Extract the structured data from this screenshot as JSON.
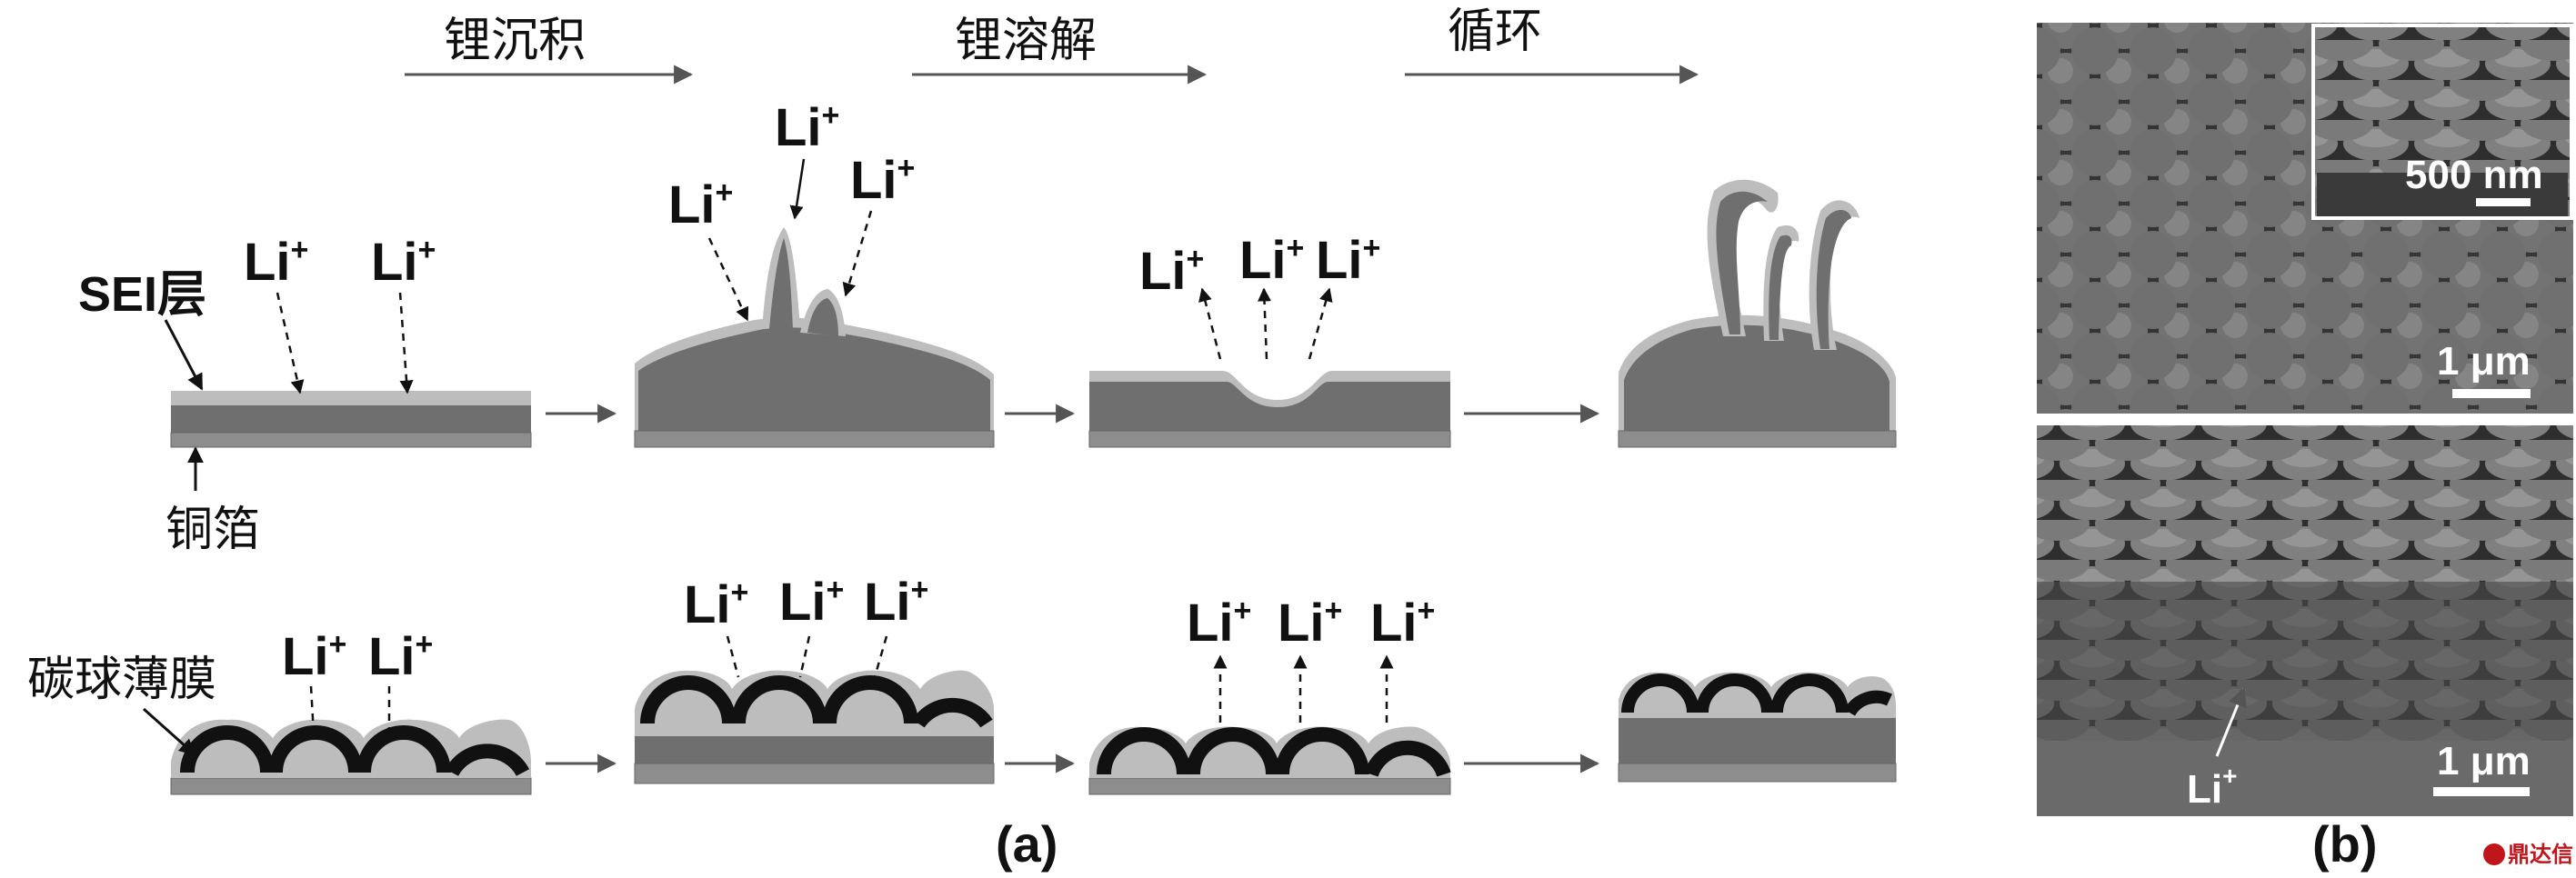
{
  "process_labels": {
    "deposition": "锂沉积",
    "stripping": "锂溶解",
    "cycling": "循环"
  },
  "layer_labels": {
    "sei": "SEI层",
    "copper_foil": "铜箔",
    "carbon_sphere_film": "碳球薄膜"
  },
  "ion_label": {
    "base": "Li",
    "sup": "+"
  },
  "panel_labels": {
    "a": "(a)",
    "b": "(b)"
  },
  "scale_bars": {
    "inset": "500 nm",
    "top_sem": "1 μm",
    "bottom_sem": "1 μm"
  },
  "watermark": "鼎达信",
  "colors": {
    "lithium": "#6f6f6f",
    "sei": "#bdbdbd",
    "copper": "#8d8d8d",
    "carbon": "#111111",
    "arrow": "#555555"
  }
}
